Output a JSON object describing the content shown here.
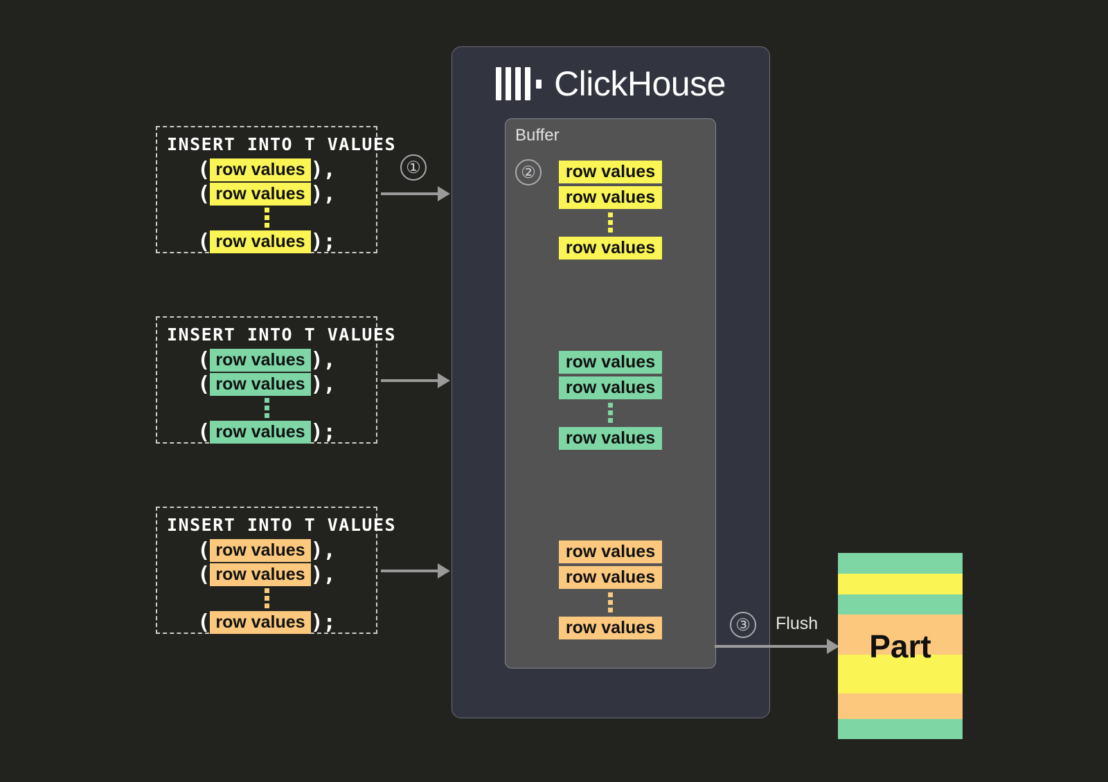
{
  "background_color": "#22221e",
  "colors": {
    "yellow": "#faf555",
    "green": "#7ed6a5",
    "orange": "#fbc87e",
    "panel": "#32353f",
    "buffer": "#535353",
    "arrow": "#9a9a9a",
    "text_light": "#ffffff"
  },
  "clickhouse": {
    "name": "ClickHouse",
    "logo_bars": 4,
    "buffer": {
      "label": "Buffer",
      "step_marker": "②",
      "groups": [
        {
          "color_key": "yellow",
          "rows": [
            "row values",
            "row values",
            "row values"
          ]
        },
        {
          "color_key": "green",
          "rows": [
            "row values",
            "row values",
            "row values"
          ]
        },
        {
          "color_key": "orange",
          "rows": [
            "row values",
            "row values",
            "row values"
          ]
        }
      ]
    }
  },
  "inserts": [
    {
      "header": "INSERT INTO T VALUES",
      "color_key": "yellow",
      "rows": [
        {
          "open": "(",
          "label": "row values",
          "close": "),"
        },
        {
          "open": "(",
          "label": "row values",
          "close": "),"
        },
        {
          "open": "(",
          "label": "row values",
          "close": ");"
        }
      ]
    },
    {
      "header": "INSERT INTO T VALUES",
      "color_key": "green",
      "rows": [
        {
          "open": "(",
          "label": "row values",
          "close": "),"
        },
        {
          "open": "(",
          "label": "row values",
          "close": "),"
        },
        {
          "open": "(",
          "label": "row values",
          "close": ");"
        }
      ]
    },
    {
      "header": "INSERT INTO T VALUES",
      "color_key": "orange",
      "rows": [
        {
          "open": "(",
          "label": "row values",
          "close": "),"
        },
        {
          "open": "(",
          "label": "row values",
          "close": "),"
        },
        {
          "open": "(",
          "label": "row values",
          "close": ");"
        }
      ]
    }
  ],
  "steps": {
    "insert_step": "①",
    "buffer_step": "②",
    "flush_step": "③"
  },
  "flush": {
    "label": "Flush"
  },
  "part": {
    "label": "Part",
    "stripes": [
      {
        "color_key": "green",
        "height": 32
      },
      {
        "color_key": "yellow",
        "height": 32
      },
      {
        "color_key": "green",
        "height": 32
      },
      {
        "color_key": "orange",
        "height": 62
      },
      {
        "color_key": "yellow",
        "height": 60
      },
      {
        "color_key": "orange",
        "height": 40
      },
      {
        "color_key": "green",
        "height": 31
      }
    ]
  }
}
